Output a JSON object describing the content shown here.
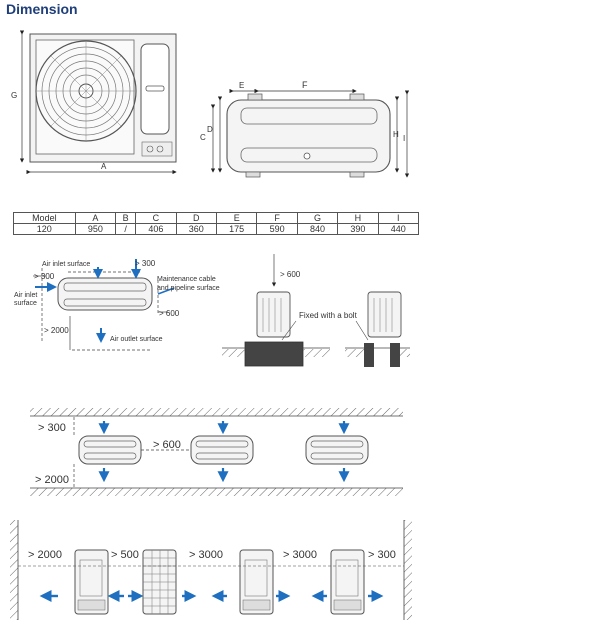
{
  "page_title": "Dimension",
  "front_view": {
    "width_label": "A",
    "height_label": "G"
  },
  "side_view": {
    "labels": {
      "e": "E",
      "f": "F",
      "c": "C",
      "d": "D",
      "h": "H",
      "i": "I"
    }
  },
  "spec_table": {
    "headers": [
      "Model",
      "A",
      "B",
      "C",
      "D",
      "E",
      "F",
      "G",
      "H",
      "I"
    ],
    "rows": [
      [
        "120",
        "950",
        "/",
        "406",
        "360",
        "175",
        "590",
        "840",
        "390",
        "440"
      ]
    ]
  },
  "clearance_top": {
    "air_inlet_surface": "Air inlet surface",
    "top_gap": "> 300",
    "left_gap": "> 300",
    "side_inlet_line1": "Air inlet",
    "side_inlet_line2": "surface",
    "maint_line1": "Maintenance cable",
    "maint_line2": "and pipeline surface",
    "right_gap": "> 600",
    "bottom_gap": "> 2000",
    "air_outlet_surface": "Air outlet surface"
  },
  "mounting": {
    "top_gap": "> 600",
    "fixed_with_bolt": "Fixed with a bolt"
  },
  "row_install": {
    "top_gap": "> 300",
    "between_gap": "> 600",
    "bottom_gap": "> 2000"
  },
  "front_install": {
    "gap1": "> 2000",
    "gap2": "> 500",
    "gap3": "> 3000",
    "gap4": "> 3000",
    "gap5": "> 300"
  }
}
